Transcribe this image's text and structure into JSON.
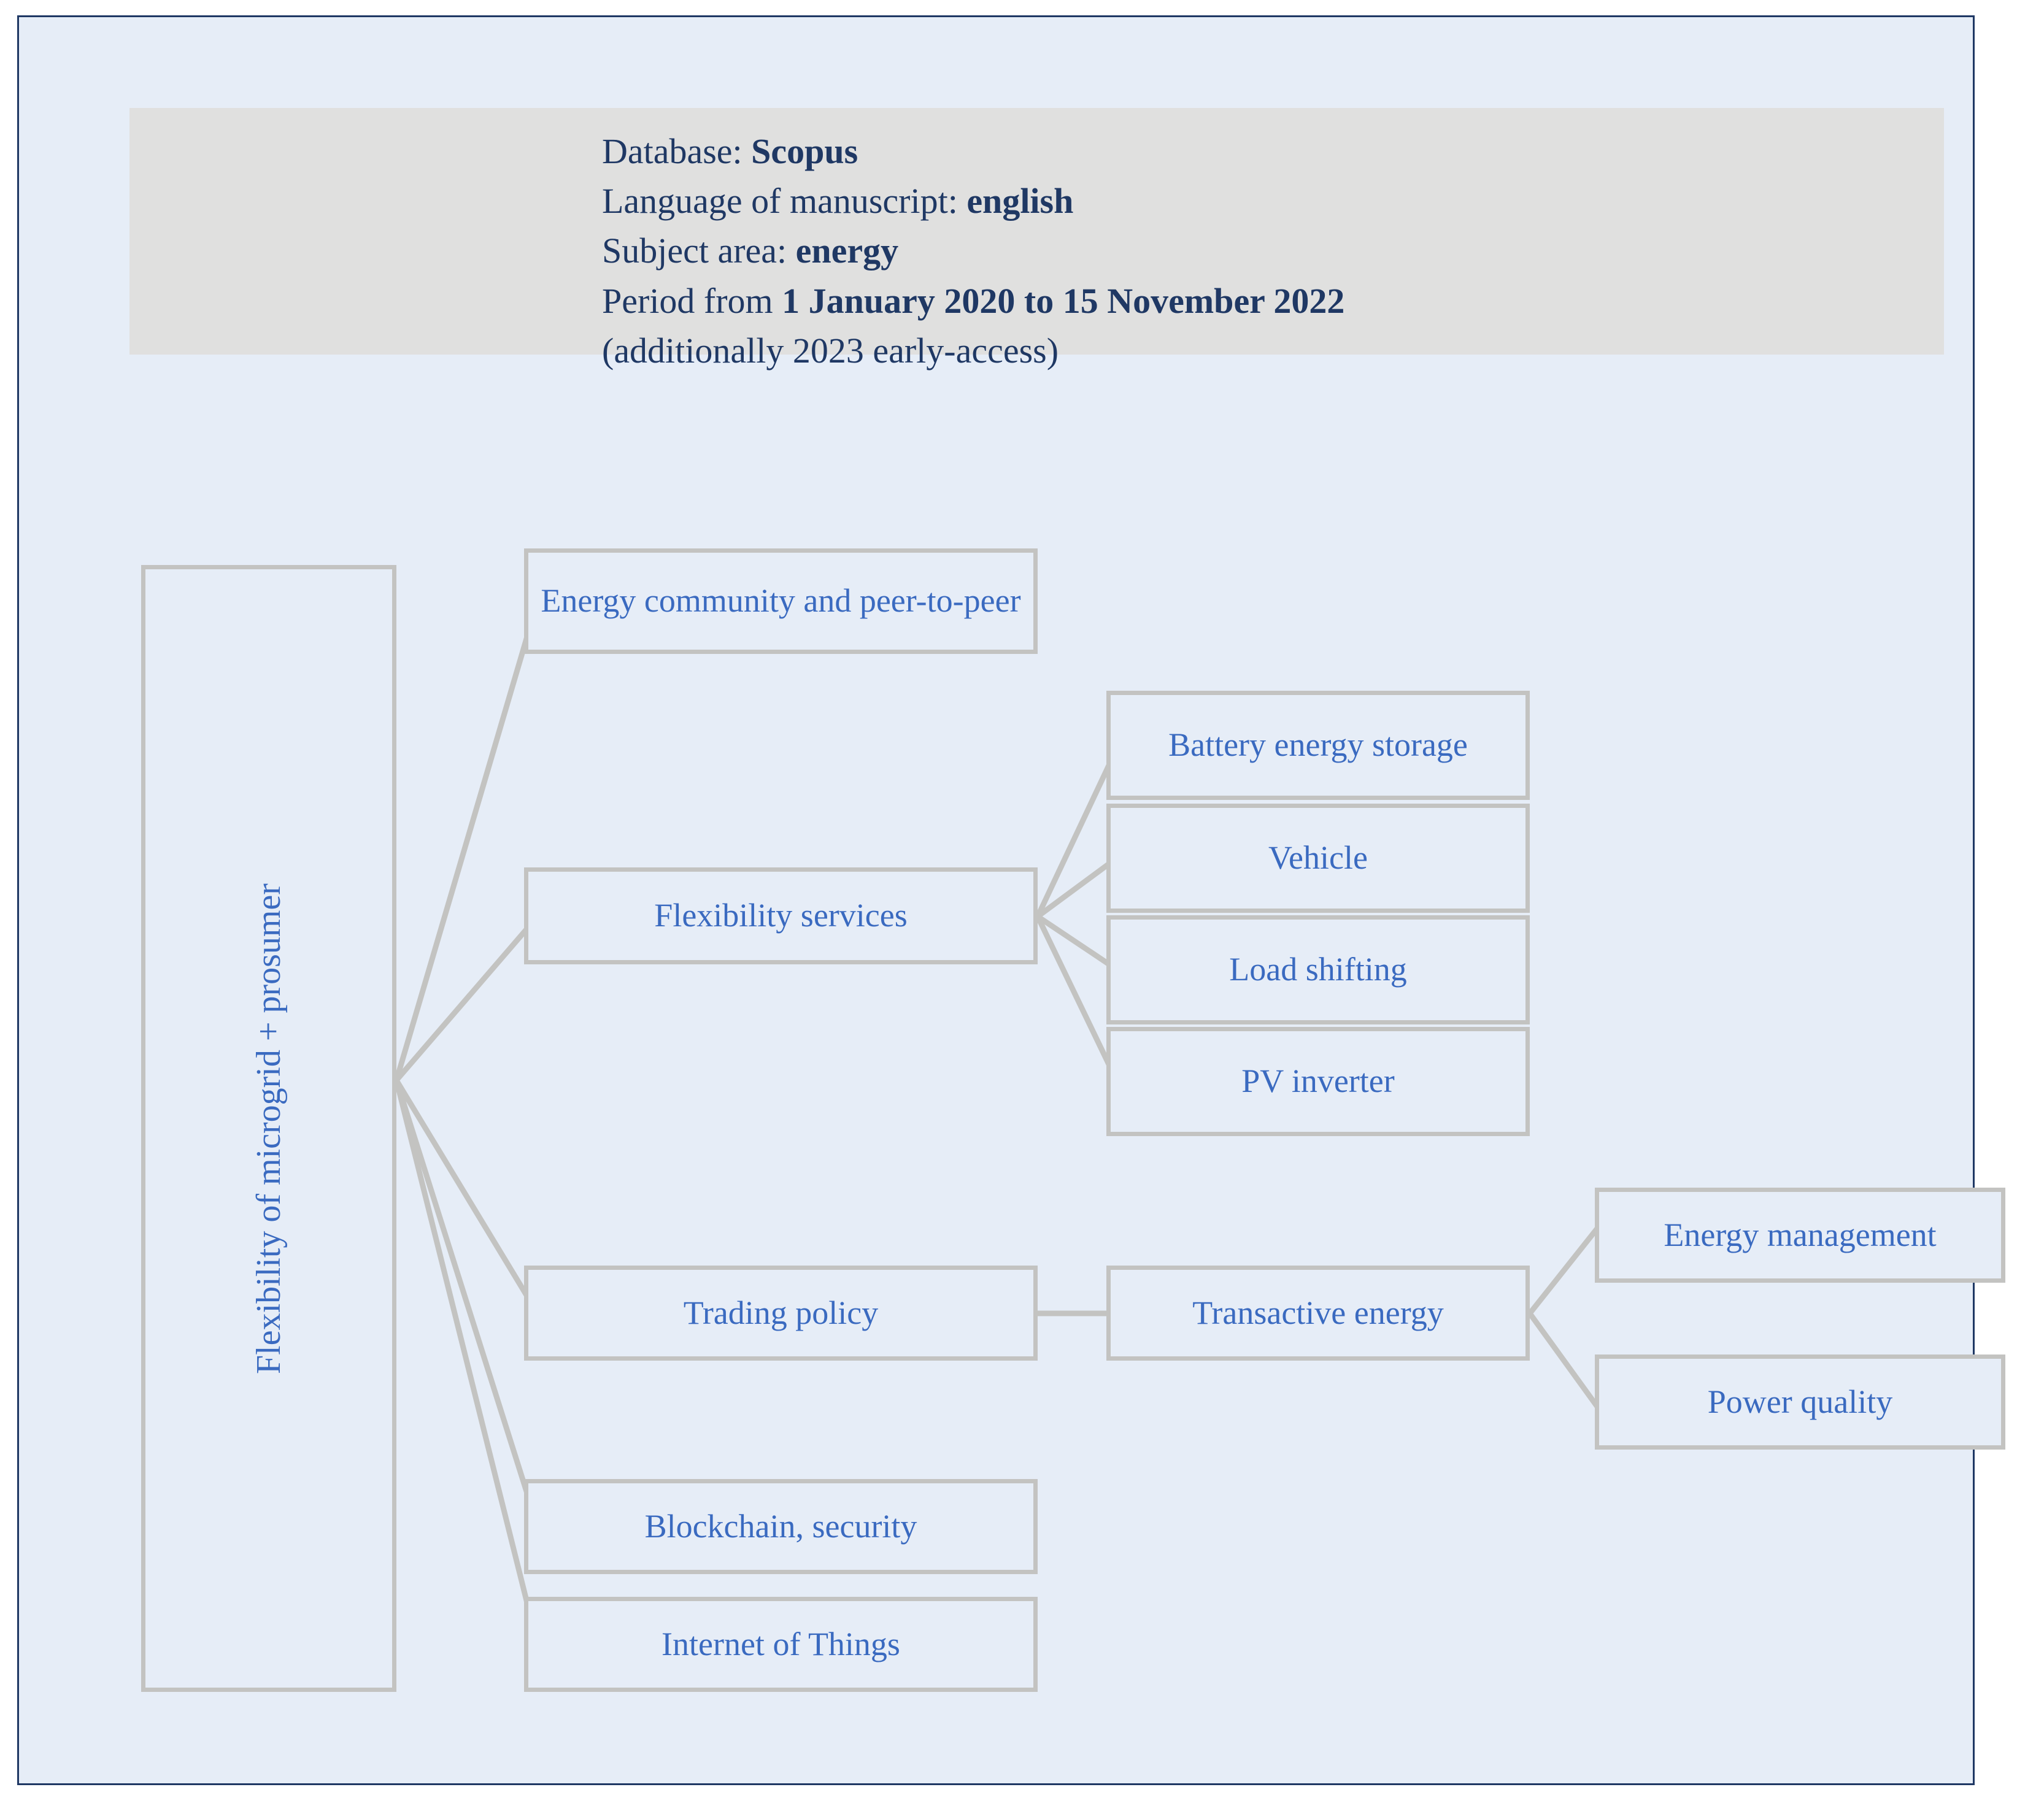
{
  "header": {
    "lines": [
      {
        "label": "Database: ",
        "value": "Scopus"
      },
      {
        "label": "Language of manuscript: ",
        "value": "english"
      },
      {
        "label": "Subject area: ",
        "value": "energy"
      },
      {
        "label": "Period from ",
        "value": "1 January 2020 to 15 November 2022"
      },
      {
        "label": "(additionally 2023 early-access)",
        "value": ""
      }
    ]
  },
  "root": {
    "label": "Flexibility of microgrid + prosumer"
  },
  "branches": [
    {
      "id": "energy-community",
      "label": "Energy community and peer-to-peer"
    },
    {
      "id": "flexibility-services",
      "label": "Flexibility services"
    },
    {
      "id": "trading-policy",
      "label": "Trading policy"
    },
    {
      "id": "blockchain-security",
      "label": "Blockchain, security"
    },
    {
      "id": "internet-of-things",
      "label": "Internet of Things"
    }
  ],
  "flexibility_children": [
    {
      "id": "battery-energy-storage",
      "label": "Battery energy storage"
    },
    {
      "id": "vehicle",
      "label": "Vehicle"
    },
    {
      "id": "load-shifting",
      "label": "Load shifting"
    },
    {
      "id": "pv-inverter",
      "label": "PV inverter"
    }
  ],
  "transactive": {
    "id": "transactive-energy",
    "label": "Transactive energy"
  },
  "transactive_children": [
    {
      "id": "energy-management",
      "label": "Energy management"
    },
    {
      "id": "power-quality",
      "label": "Power quality"
    }
  ],
  "colors": {
    "canvas": "#e6edf7",
    "frame_border": "#1f3864",
    "header_fill": "#e0e0df",
    "header_text": "#1f3864",
    "node_border": "#c3c3c1",
    "node_text": "#3a6ac0"
  }
}
